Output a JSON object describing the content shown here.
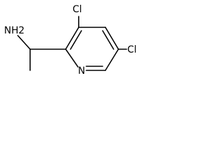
{
  "atoms": {
    "amine": "NH2",
    "chlorine_3": "Cl",
    "chlorine_5": "Cl",
    "ring_nitrogen": "N"
  },
  "colors": {
    "bond": "#000000",
    "label": "#000000",
    "background": "#ffffff"
  }
}
